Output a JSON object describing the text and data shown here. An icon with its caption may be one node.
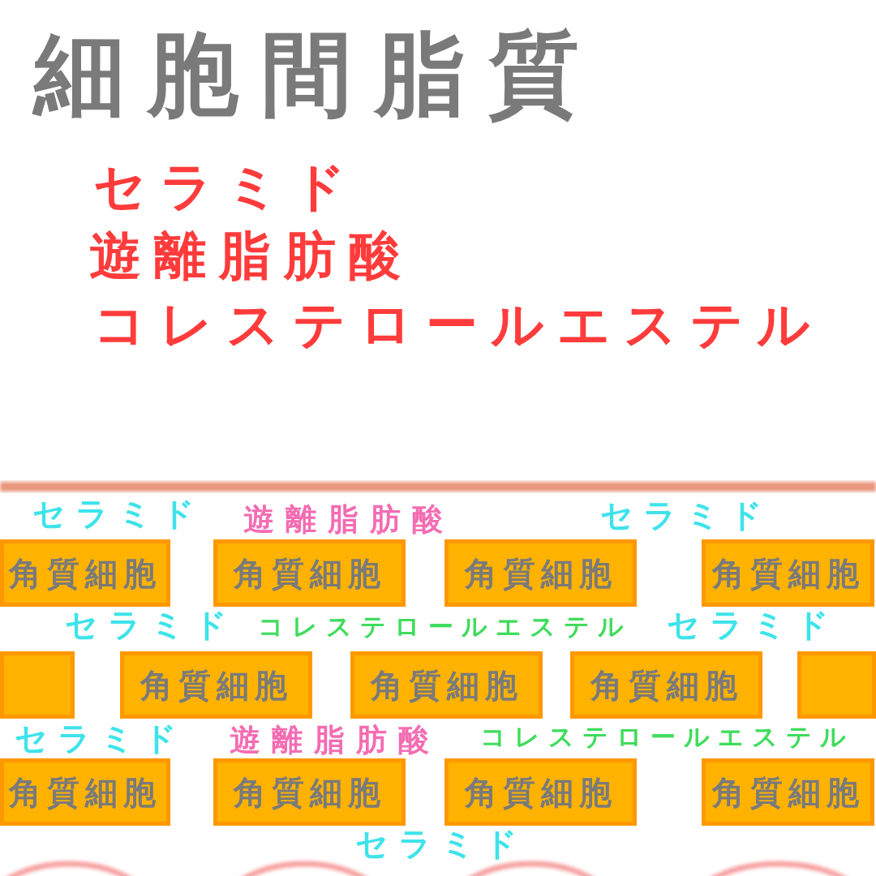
{
  "diagram": {
    "title": "細胞間脂質",
    "nodes": [
      {
        "text": [
          "角質細胞"
        ]
      },
      {
        "text": [
          "角質細胞"
        ]
      },
      {
        "text": [
          "角質細胞"
        ]
      },
      {
        "text": [
          "角質細胞"
        ]
      },
      {
        "text": [],
        "shape": "box"
      },
      {
        "text": [
          "角質細胞"
        ]
      },
      {
        "text": [
          "角質細胞"
        ]
      },
      {
        "text": [
          "角質細胞"
        ]
      },
      {
        "text": [],
        "shape": "box"
      },
      {
        "text": [
          "角質細胞"
        ]
      },
      {
        "text": [
          "角質細胞"
        ]
      },
      {
        "text": [
          "角質細胞"
        ]
      },
      {
        "text": [
          "角質細胞"
        ]
      }
    ],
    "labels": [
      "セラミド",
      "遊離脂肪酸",
      "コレステロールエステル",
      "セラミド",
      "遊離脂肪酸",
      "セラミド",
      "セラミド",
      "コレステロールエステル",
      "セラミド",
      "セラミド",
      "遊離脂肪酸",
      "コレステロールエステル",
      "セラミド"
    ]
  }
}
